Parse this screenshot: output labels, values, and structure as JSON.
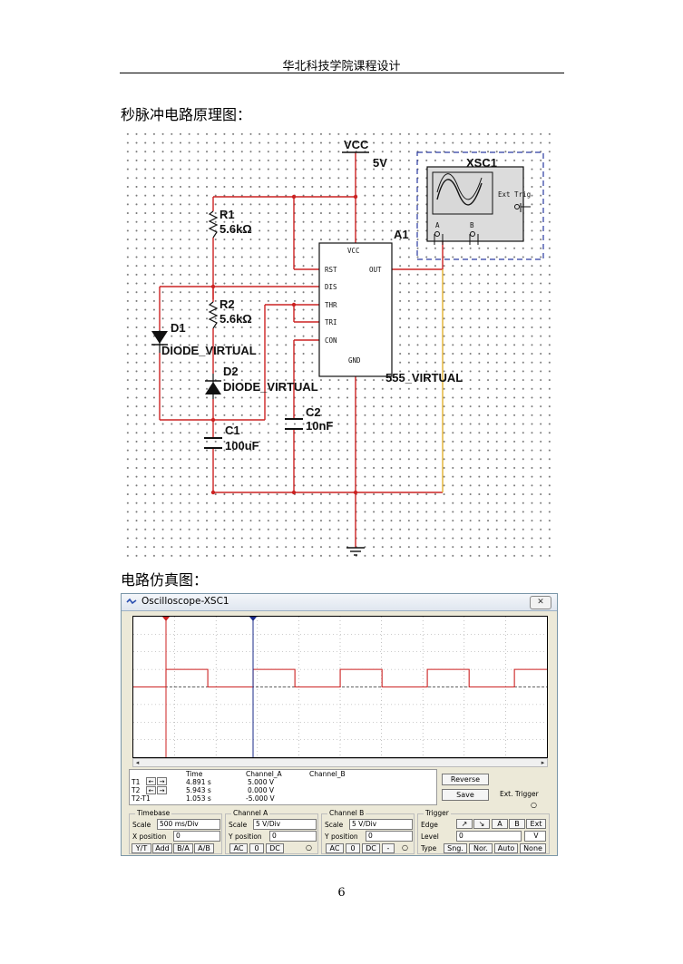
{
  "header": {
    "title": "华北科技学院课程设计"
  },
  "sections": {
    "schematic_caption": "秒脉冲电路原理图：",
    "simulation_caption": "电路仿真图："
  },
  "circuit": {
    "vcc_label": "VCC",
    "vcc_value": "5V",
    "r1_name": "R1",
    "r1_value": "5.6kΩ",
    "r2_name": "R2",
    "r2_value": "5.6kΩ",
    "d1_name": "D1",
    "d1_model": "DIODE_VIRTUAL",
    "d2_name": "D2",
    "d2_model": "DIODE_VIRTUAL",
    "c1_name": "C1",
    "c1_value": "100uF",
    "c2_name": "C2",
    "c2_value": "10nF",
    "ic_ref": "A1",
    "ic_model": "555_VIRTUAL",
    "ic_pins": {
      "vcc": "VCC",
      "rst": "RST",
      "out": "OUT",
      "dis": "DIS",
      "thr": "THR",
      "tri": "TRI",
      "con": "CON",
      "gnd": "GND"
    },
    "scope_ref": "XSC1",
    "scope_ext_trig": "Ext Trig",
    "scope_ch_a": "A",
    "scope_ch_b": "B",
    "colors": {
      "wire": "#cc2222",
      "out_wire": "#e0b030",
      "scope_border": "#2a3aa0",
      "vcc_line": "#cc2222"
    }
  },
  "oscilloscope": {
    "window_title": "Oscilloscope-XSC1",
    "close_label": "✕",
    "readout": {
      "headers": [
        "Time",
        "Channel_A",
        "Channel_B"
      ],
      "rows": [
        {
          "label": "T1",
          "time": "4.891 s",
          "cha": "5.000 V",
          "chb": ""
        },
        {
          "label": "T2",
          "time": "5.943 s",
          "cha": "0.000 V",
          "chb": ""
        },
        {
          "label": "T2-T1",
          "time": "1.053 s",
          "cha": "-5.000 V",
          "chb": ""
        }
      ]
    },
    "reverse_label": "Reverse",
    "save_label": "Save",
    "ext_trigger_label": "Ext. Trigger",
    "timebase": {
      "title": "Timebase",
      "scale_label": "Scale",
      "scale_value": "500 ms/Div",
      "xpos_label": "X position",
      "xpos_value": "0",
      "buttons": [
        "Y/T",
        "Add",
        "B/A",
        "A/B"
      ]
    },
    "channel_a": {
      "title": "Channel A",
      "scale_label": "Scale",
      "scale_value": "5  V/Div",
      "ypos_label": "Y position",
      "ypos_value": "0",
      "buttons": [
        "AC",
        "0",
        "DC"
      ]
    },
    "channel_b": {
      "title": "Channel B",
      "scale_label": "Scale",
      "scale_value": "5  V/Div",
      "ypos_label": "Y position",
      "ypos_value": "0",
      "buttons": [
        "AC",
        "0",
        "DC",
        "-"
      ]
    },
    "trigger": {
      "title": "Trigger",
      "edge_label": "Edge",
      "edge_buttons": [
        "↗",
        "↘",
        "A",
        "B",
        "Ext"
      ],
      "level_label": "Level",
      "level_value": "0",
      "level_unit": "V",
      "type_label": "Type",
      "type_buttons": [
        "Sng.",
        "Nor.",
        "Auto",
        "None"
      ]
    },
    "waveform": {
      "color": "#cc2222",
      "high_v": 5,
      "low_v": 0,
      "period_s": 1.053,
      "scale_s_per_div": 0.5
    }
  },
  "page_number": "6"
}
